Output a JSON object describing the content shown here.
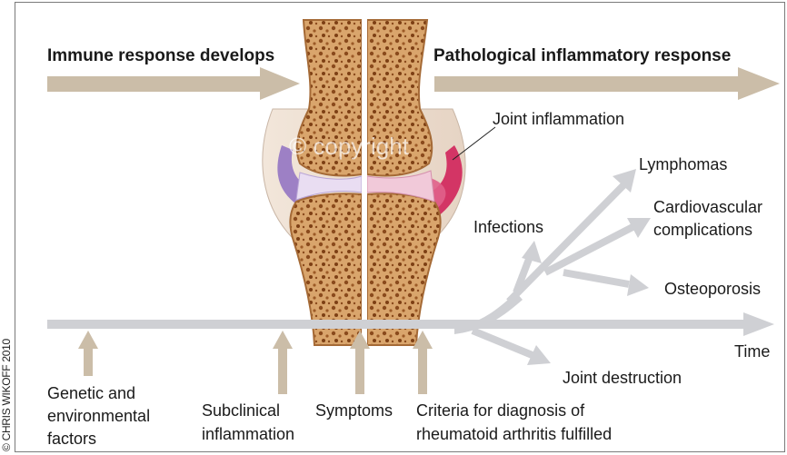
{
  "headings": {
    "left": "Immune response develops",
    "right": "Pathological inflammatory response"
  },
  "credit": "© CHRIS WIKOFF 2010",
  "watermark": "© copyright",
  "joint_label": "Joint inflammation",
  "timeline_label": "Time",
  "branch_labels": {
    "lymphomas": "Lymphomas",
    "cardio_line1": "Cardiovascular",
    "cardio_line2": "complications",
    "infections": "Infections",
    "osteoporosis": "Osteoporosis",
    "joint_destruction": "Joint destruction"
  },
  "stage_labels": {
    "genetic_line1": "Genetic and",
    "genetic_line2": "environmental",
    "genetic_line3": "factors",
    "subclinical_line1": "Subclinical",
    "subclinical_line2": "inflammation",
    "symptoms": "Symptoms",
    "criteria_line1": "Criteria for diagnosis of",
    "criteria_line2": "rheumatoid arthritis fulfilled"
  },
  "colors": {
    "tan_arrow": "#cbbda8",
    "grey_arrow": "#cfd0d4",
    "bone": "#c98a4a",
    "marrow_dark": "#8a4a1c",
    "inflammation": "#d0245a",
    "synovium": "#8e6fc2"
  }
}
